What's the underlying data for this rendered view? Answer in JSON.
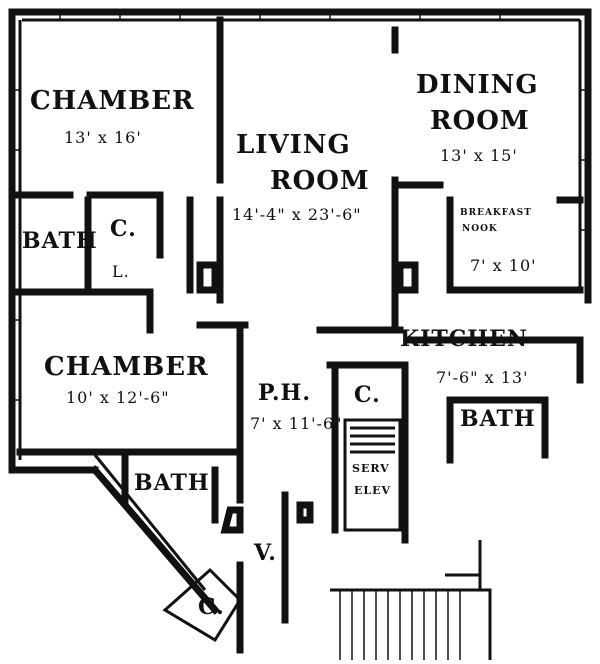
{
  "rooms": {
    "chamber1": {
      "name": "CHAMBER",
      "dims": "13' x 16'"
    },
    "living": {
      "name_line1": "LIVING",
      "name_line2": "ROOM",
      "dims": "14'-4\" x 23'-6\""
    },
    "dining": {
      "name_line1": "DINING",
      "name_line2": "ROOM",
      "dims": "13' x 15'"
    },
    "breakfast": {
      "name_line1": "BREAKFAST",
      "name_line2": "NOOK",
      "dims": "7' x 10'"
    },
    "bath1": {
      "name": "BATH"
    },
    "closet1": {
      "name": "C."
    },
    "linen": {
      "name": "L."
    },
    "chamber2": {
      "name": "CHAMBER",
      "dims": "10' x 12'-6\""
    },
    "kitchen": {
      "name": "KITCHEN",
      "dims": "7'-6\" x 13'"
    },
    "hall": {
      "name": "P.H.",
      "dims": "7' x 11'-6\""
    },
    "closet2": {
      "name": "C."
    },
    "bath2": {
      "name": "BATH"
    },
    "bath3": {
      "name": "BATH"
    },
    "service": {
      "name_line1": "SERV",
      "name_line2": "ELEV"
    },
    "vestibule": {
      "name": "V."
    },
    "closet3": {
      "name": "C."
    }
  }
}
